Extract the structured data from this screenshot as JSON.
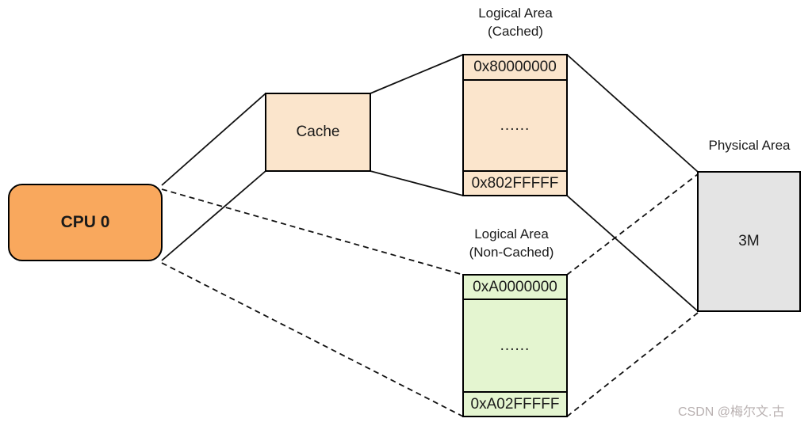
{
  "colors": {
    "cpu_fill": "#f9a85d",
    "cached_fill": "#fbe5cc",
    "noncached_fill": "#e4f5d0",
    "physical_fill": "#e4e4e4",
    "line": "#111111",
    "watermark": "#b9b1b1"
  },
  "cpu": {
    "label": "CPU 0"
  },
  "cache": {
    "label": "Cache"
  },
  "cached_area": {
    "title_line1": "Logical Area",
    "title_line2": "(Cached)",
    "start_address": "0x80000000",
    "middle": "......",
    "end_address": "0x802FFFFF"
  },
  "noncached_area": {
    "title_line1": "Logical Area",
    "title_line2": "(Non-Cached)",
    "start_address": "0xA0000000",
    "middle": "......",
    "end_address": "0xA02FFFFF"
  },
  "physical_area": {
    "title": "Physical Area",
    "size_label": "3M"
  },
  "watermark": "CSDN @梅尔文.古"
}
